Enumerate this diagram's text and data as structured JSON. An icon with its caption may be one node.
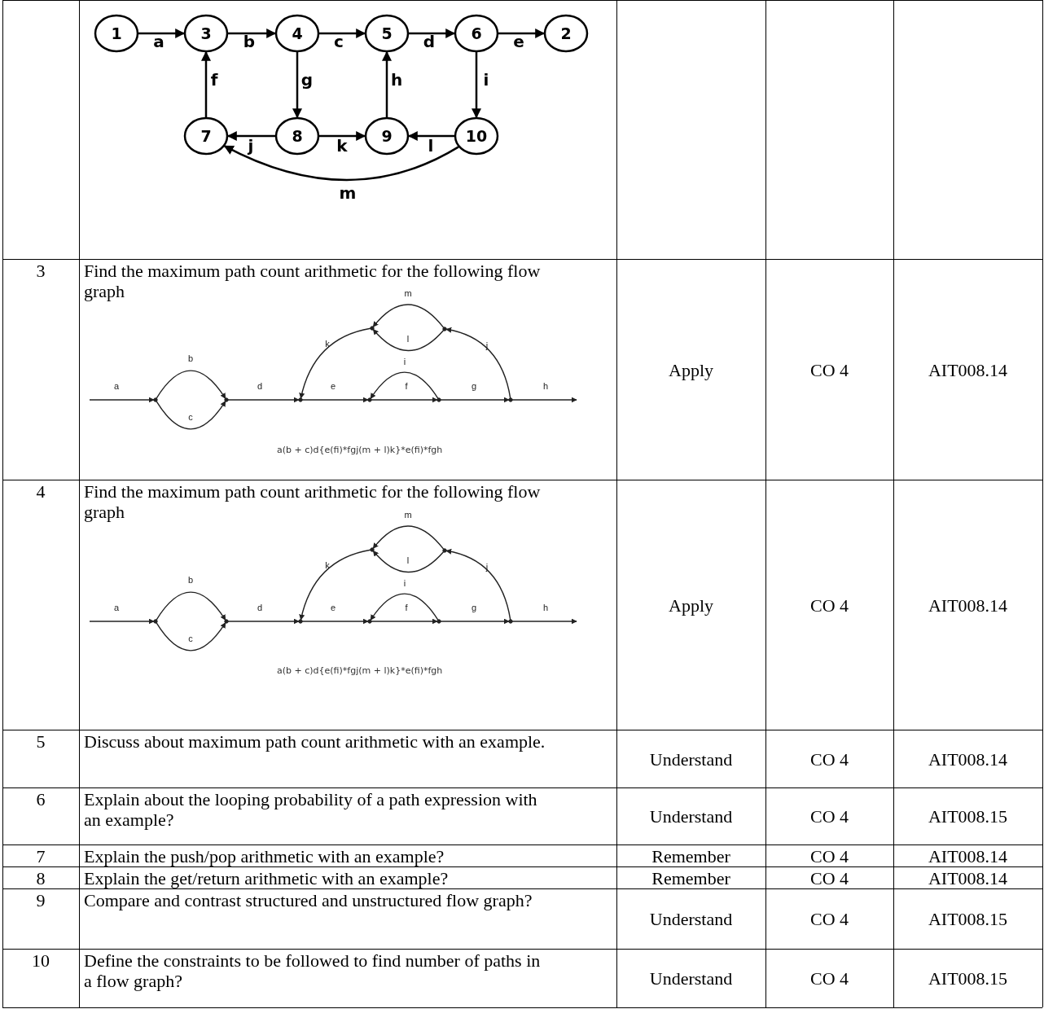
{
  "diagram": {
    "nodes": [
      {
        "text": [
          "1"
        ]
      },
      {
        "text": [
          "3"
        ]
      },
      {
        "text": [
          "4"
        ]
      },
      {
        "text": [
          "5"
        ]
      },
      {
        "text": [
          "6"
        ]
      },
      {
        "text": [
          "2"
        ]
      },
      {
        "text": [
          "7"
        ]
      },
      {
        "text": [
          "8"
        ]
      },
      {
        "text": [
          "9"
        ]
      },
      {
        "text": [
          "10"
        ]
      },
      {
        "text": [],
        "shape": "point"
      },
      {
        "text": [],
        "shape": "point"
      },
      {
        "text": [],
        "shape": "point"
      },
      {
        "text": [],
        "shape": "point"
      },
      {
        "text": [],
        "shape": "point"
      },
      {
        "text": [],
        "shape": "point"
      },
      {
        "text": [],
        "shape": "point"
      },
      {
        "text": [],
        "shape": "point"
      },
      {
        "text": [],
        "shape": "point"
      },
      {
        "text": [],
        "shape": "point"
      },
      {
        "text": [],
        "shape": "point"
      },
      {
        "text": [],
        "shape": "point"
      },
      {
        "text": [],
        "shape": "point"
      },
      {
        "text": [],
        "shape": "point"
      },
      {
        "text": [],
        "shape": "point"
      },
      {
        "text": [],
        "shape": "point"
      }
    ],
    "edges": [
      {
        "from": 0,
        "to": 1,
        "arrow": "to",
        "label": "a"
      },
      {
        "from": 1,
        "to": 2,
        "arrow": "to",
        "label": "b"
      },
      {
        "from": 2,
        "to": 3,
        "arrow": "to",
        "label": "c"
      },
      {
        "from": 3,
        "to": 4,
        "arrow": "to",
        "label": "d"
      },
      {
        "from": 4,
        "to": 5,
        "arrow": "to",
        "label": "e"
      },
      {
        "from": 6,
        "to": 1,
        "arrow": "to",
        "label": "f"
      },
      {
        "from": 2,
        "to": 7,
        "arrow": "to",
        "label": "g"
      },
      {
        "from": 8,
        "to": 3,
        "arrow": "to",
        "label": "h"
      },
      {
        "from": 4,
        "to": 9,
        "arrow": "to",
        "label": "i"
      },
      {
        "from": 7,
        "to": 6,
        "arrow": "to",
        "label": "j"
      },
      {
        "from": 7,
        "to": 8,
        "arrow": "to",
        "label": "k"
      },
      {
        "from": 9,
        "to": 8,
        "arrow": "to",
        "label": "l"
      },
      {
        "from": 9,
        "to": 6,
        "arrow": "to",
        "label": "m"
      },
      {
        "from": null,
        "to": 10,
        "arrow": "to",
        "label": "a"
      },
      {
        "from": 10,
        "to": 11,
        "arrow": "to",
        "label": "b"
      },
      {
        "from": 10,
        "to": 11,
        "arrow": "to",
        "label": "c"
      },
      {
        "from": 11,
        "to": 12,
        "arrow": "to",
        "label": "d"
      },
      {
        "from": 13,
        "to": 12,
        "arrow": "to",
        "label": "k"
      },
      {
        "from": 14,
        "to": 13,
        "arrow": "to",
        "label": "m"
      },
      {
        "from": 14,
        "to": 13,
        "arrow": "to",
        "label": "l"
      },
      {
        "from": 17,
        "to": 14,
        "arrow": "to",
        "label": "j"
      },
      {
        "from": 12,
        "to": 15,
        "arrow": "to",
        "label": "e"
      },
      {
        "from": 16,
        "to": 15,
        "arrow": "to",
        "label": "i"
      },
      {
        "from": 15,
        "to": 16,
        "arrow": "to",
        "label": "f"
      },
      {
        "from": 16,
        "to": 17,
        "arrow": "to",
        "label": "g"
      },
      {
        "from": 17,
        "to": null,
        "arrow": "to",
        "label": "h"
      },
      {
        "from": null,
        "to": 18,
        "arrow": "to",
        "label": "a"
      },
      {
        "from": 18,
        "to": 19,
        "arrow": "to",
        "label": "b"
      },
      {
        "from": 18,
        "to": 19,
        "arrow": "to",
        "label": "c"
      },
      {
        "from": 19,
        "to": 20,
        "arrow": "to",
        "label": "d"
      },
      {
        "from": 21,
        "to": 20,
        "arrow": "to",
        "label": "k"
      },
      {
        "from": 22,
        "to": 21,
        "arrow": "to",
        "label": "m"
      },
      {
        "from": 22,
        "to": 21,
        "arrow": "to",
        "label": "l"
      },
      {
        "from": 25,
        "to": 22,
        "arrow": "to",
        "label": "j"
      },
      {
        "from": 20,
        "to": 23,
        "arrow": "to",
        "label": "e"
      },
      {
        "from": 24,
        "to": 23,
        "arrow": "to",
        "label": "i"
      },
      {
        "from": 23,
        "to": 24,
        "arrow": "to",
        "label": "f"
      },
      {
        "from": 24,
        "to": 25,
        "arrow": "to",
        "label": "g"
      },
      {
        "from": 25,
        "to": null,
        "arrow": "to",
        "label": "h"
      }
    ],
    "labels": [
      "3",
      "Find the maximum path count arithmetic for the following flow graph",
      "a(b + c)d{e(fi)*fgj(m + l)k}*e(fi)*fgh",
      "Apply",
      "CO 4",
      "AIT008.14",
      "4",
      "Find the maximum path count arithmetic for the following flow graph",
      "a(b + c)d{e(fi)*fgj(m + l)k}*e(fi)*fgh",
      "Apply",
      "CO 4",
      "AIT008.14",
      "5",
      "Discuss about maximum path count arithmetic with an example.",
      "Understand",
      "CO 4",
      "AIT008.14",
      "6",
      "Explain about the looping probability of a path expression with an example?",
      "Understand",
      "CO 4",
      "AIT008.15",
      "7",
      "Explain the push/pop arithmetic with an example?",
      "Remember",
      "CO 4",
      "AIT008.14",
      "8",
      "Explain the get/return arithmetic with an example?",
      "Remember",
      "CO 4",
      "AIT008.14",
      "9",
      "Compare and contrast structured and unstructured flow graph?",
      "Understand",
      "CO 4",
      "AIT008.15",
      "10",
      "Define the constraints to be followed to find number of paths in a flow graph?",
      "Understand",
      "CO 4",
      "AIT008.15"
    ]
  }
}
